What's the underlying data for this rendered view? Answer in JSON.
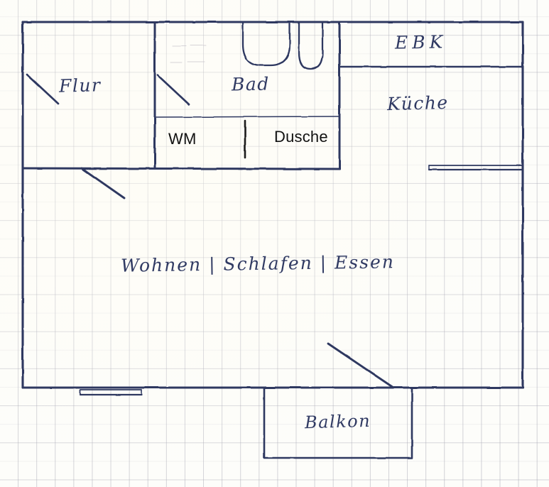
{
  "document": {
    "kind": "hand-drawn-floor-plan",
    "medium": "blue ballpoint pen on graph paper",
    "ink_color": "#2f3860",
    "typed_color": "#111111",
    "paper_color": "#fdfdfa",
    "grid_color": "#9696a5"
  },
  "rooms": [
    {
      "id": "flur",
      "label": "Flur",
      "style": "handwritten"
    },
    {
      "id": "bad",
      "label": "Bad",
      "style": "handwritten"
    },
    {
      "id": "ebk",
      "label": "EBK",
      "style": "handwritten"
    },
    {
      "id": "kueche",
      "label": "Küche",
      "style": "handwritten"
    },
    {
      "id": "main",
      "label": "Wohnen | Schlafen | Essen",
      "style": "handwritten"
    },
    {
      "id": "balkon",
      "label": "Balkon",
      "style": "handwritten"
    },
    {
      "id": "wm",
      "label": "WM",
      "style": "typed"
    },
    {
      "id": "dusche",
      "label": "Dusche",
      "style": "typed"
    }
  ],
  "labels": {
    "flur": "Flur",
    "bad": "Bad",
    "ebk": "EBK",
    "kueche": "Küche",
    "main_living": "Wohnen | Schlafen | Essen",
    "balkon": "Balkon",
    "wm": "WM",
    "dusche": "Dusche"
  },
  "fixtures": [
    {
      "id": "sink-bad",
      "name": "washbasin"
    },
    {
      "id": "toilet-bad",
      "name": "toilet"
    },
    {
      "id": "shower-divider",
      "name": "shower-partition"
    }
  ],
  "openings": [
    {
      "id": "door-entry",
      "name": "entrance-door-swing",
      "room": "Flur"
    },
    {
      "id": "door-bad",
      "name": "bathroom-door-swing",
      "room": "Bad"
    },
    {
      "id": "door-living",
      "name": "living-room-door-swing",
      "room": "Wohnen"
    },
    {
      "id": "door-balcony",
      "name": "balcony-door-swing",
      "room": "Balkon"
    },
    {
      "id": "window-kitchen",
      "name": "kitchen-window",
      "room": "Küche"
    },
    {
      "id": "window-living",
      "name": "living-room-window",
      "room": "Wohnen"
    }
  ]
}
